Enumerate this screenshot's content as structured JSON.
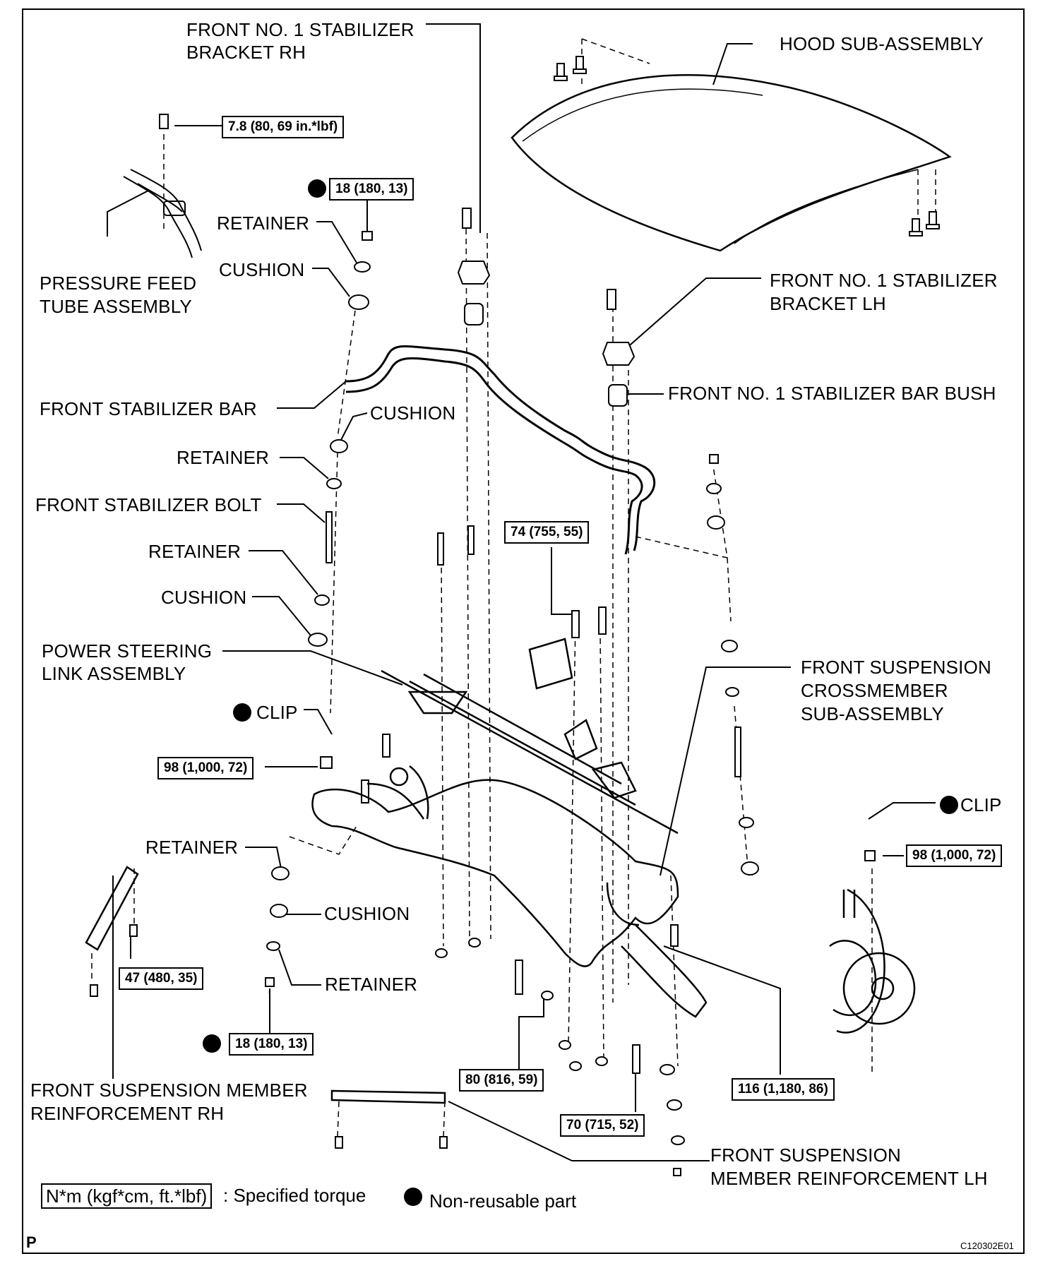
{
  "labels": {
    "bracket_rh": [
      "FRONT NO. 1 STABILIZER",
      "BRACKET RH"
    ],
    "hood": "HOOD SUB-ASSEMBLY",
    "pressure_feed": [
      "PRESSURE FEED",
      "TUBE ASSEMBLY"
    ],
    "retainer_1": "RETAINER",
    "cushion_1": "CUSHION",
    "bracket_lh": [
      "FRONT NO. 1 STABILIZER",
      "BRACKET LH"
    ],
    "bar_bush": "FRONT NO. 1 STABILIZER BAR BUSH",
    "stabilizer_bar": "FRONT STABILIZER BAR",
    "cushion_2": "CUSHION",
    "retainer_2": "RETAINER",
    "stabilizer_bolt": "FRONT STABILIZER BOLT",
    "retainer_3": "RETAINER",
    "cushion_3": "CUSHION",
    "ps_link": [
      "POWER STEERING",
      "LINK ASSEMBLY"
    ],
    "crossmember": [
      "FRONT SUSPENSION",
      "CROSSMEMBER",
      "SUB-ASSEMBLY"
    ],
    "clip_left": "CLIP",
    "clip_right": "CLIP",
    "retainer_4": "RETAINER",
    "cushion_4": "CUSHION",
    "retainer_5": "RETAINER",
    "reinf_rh": [
      "FRONT SUSPENSION MEMBER",
      "REINFORCEMENT RH"
    ],
    "reinf_lh": [
      "FRONT SUSPENSION",
      "MEMBER REINFORCEMENT LH"
    ]
  },
  "torques": {
    "t_78": "7.8 (80, 69 in.*lbf)",
    "t_18_top": "18 (180, 13)",
    "t_74": "74 (755, 55)",
    "t_98_left": "98 (1,000, 72)",
    "t_98_right": "98 (1,000, 72)",
    "t_47": "47 (480, 35)",
    "t_18_bottom": "18 (180, 13)",
    "t_80": "80 (816, 59)",
    "t_116": "116 (1,180, 86)",
    "t_70": "70 (715, 52)"
  },
  "legend": {
    "torque_unit": "N*m (kgf*cm, ft.*lbf)",
    "torque_desc": ": Specified torque",
    "nonreusable": "Non-reusable part"
  },
  "corner_letter": "P",
  "figure_code": "C120302E01"
}
